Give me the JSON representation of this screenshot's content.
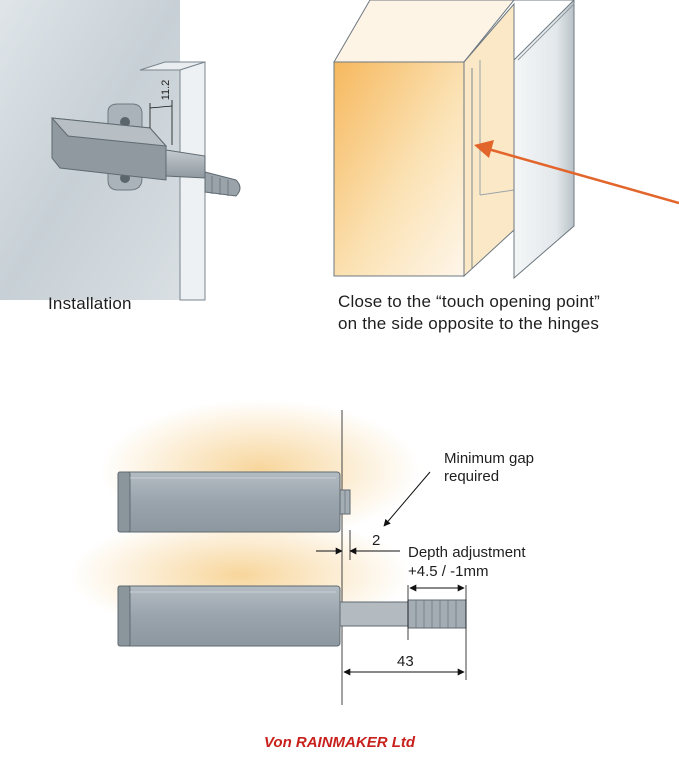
{
  "panels": {
    "installation": {
      "caption": "Installation",
      "dimension": "11.2"
    },
    "placement": {
      "caption_line1": "Close to the “touch opening point”",
      "caption_line2": "on the side opposite to the hinges"
    }
  },
  "side_view": {
    "gap_label_line1": "Minimum gap",
    "gap_label_line2": "required",
    "gap_value": "2",
    "depth_label": "Depth adjustment",
    "depth_range": "+4.5 / -1mm",
    "travel_value": "43"
  },
  "footer": {
    "brand": "Von RAINMAKER Ltd"
  },
  "colors": {
    "panel_fill": "#c9d2d8",
    "latch_body": "#9ea8b0",
    "warm_glow": "#f5c87a",
    "arrow": "#e2662c",
    "brand_red": "#c8201c"
  }
}
